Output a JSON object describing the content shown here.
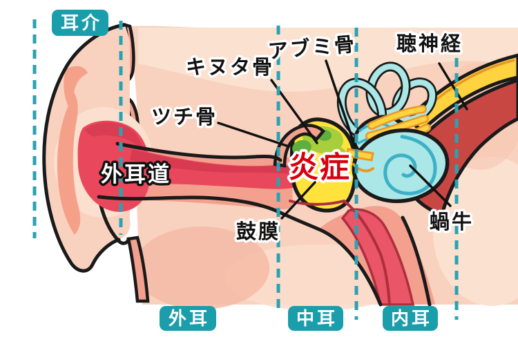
{
  "diagram": {
    "region_labels": {
      "auricle": "耳介",
      "outer_ear": "外耳",
      "middle_ear": "中耳",
      "inner_ear": "内耳"
    },
    "part_labels": {
      "ear_canal": "外耳道",
      "malleus": "ツチ骨",
      "incus": "キヌタ骨",
      "stapes": "アブミ骨",
      "auditory_nerve": "聴神経",
      "eardrum": "鼓膜",
      "cochlea": "蝸牛",
      "inflammation": "炎症"
    },
    "colors": {
      "label_box_teal": "#1B9EAB",
      "divider_teal": "#2BA2B2",
      "inflammation_red": "#D7000F",
      "middle_ear_yellow": "#FFE33C",
      "infection_green_light": "#A8CE3C",
      "infection_green_dark": "#5FAE3E",
      "cochlea_cyan": "#ABE7E7",
      "cochlea_spiral_teal": "#3CB0C6",
      "nerve_yellow": "#FFD23F",
      "canal_red": "#E9485C",
      "skin_base": "#F8D2BF"
    }
  }
}
